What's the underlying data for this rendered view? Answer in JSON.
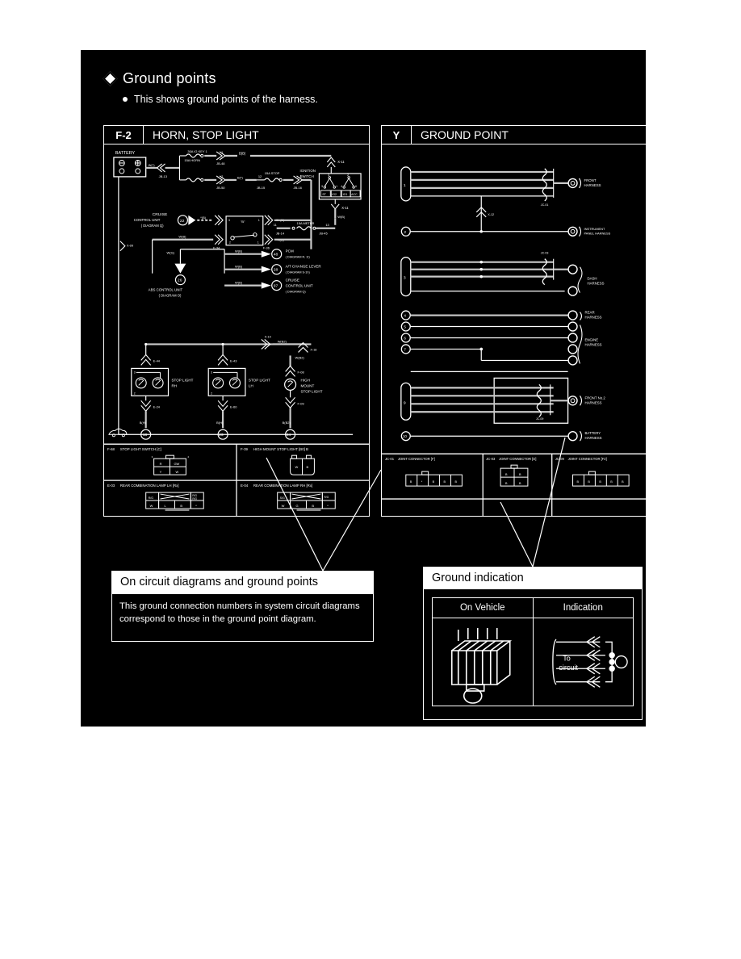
{
  "heading": {
    "title": "Ground points",
    "bullet": "This shows ground points of the harness."
  },
  "panel_left": {
    "code": "F-2",
    "name": "HORN, STOP LIGHT",
    "battery_label": "BATTERY",
    "fuses": [
      {
        "rating": "30A",
        "name": "IG KEY 1",
        "ref": "JB-48"
      },
      {
        "rating": "15A",
        "name": "HORN",
        "ref": "JB-50"
      },
      {
        "rating": "15A",
        "name": "STOP",
        "ref": "JB-15"
      }
    ],
    "joints": [
      "JB-13",
      "JB-48",
      "JB-50",
      "JB-15",
      "JB-16",
      "JB-14",
      "JB-45"
    ],
    "ignition_switch": {
      "label": "IGNITION SWITCH",
      "positions": [
        "ST",
        "IG2",
        "IG1",
        "ACC"
      ],
      "terminals": [
        "1",
        "2",
        "3",
        "5",
        "4",
        "6"
      ],
      "in_ref": "X-11",
      "out_ref": "X-11"
    },
    "meter_fuse": {
      "rating": "15A",
      "name": "METER",
      "from": "JB-14",
      "to": "JB-45"
    },
    "cruise": {
      "label1": "CRUISE",
      "label2": "CONTROL UNIT",
      "label3": "( DIAGRAM  Q)",
      "pin": "22"
    },
    "abs": {
      "label1": "ABS CONTROL UNIT",
      "label2": "( DIAGRAM  O)",
      "pin": "26"
    },
    "stop_light_switch": {
      "label1": "STOP LIGHT",
      "label2": "SWITCH",
      "t1": "1",
      "t2": "2",
      "left_ref": "F-34",
      "right_ref": "F-36"
    },
    "branch_destinations": [
      {
        "pin": "48",
        "l1": "PCM",
        "l2": "( DIAGRAM   R, 1t)"
      },
      {
        "pin": "28",
        "l1": "A/T CHANGE LEVER",
        "l2": "( DIAGRAM   S-1h)"
      },
      {
        "pin": "97",
        "l1": "CRUISE",
        "l2": "CONTROL UNIT",
        "l3": "( DIAGRAM   Q)"
      }
    ],
    "lamps": [
      {
        "l1": "STOP LIGHT",
        "l2": "RH",
        "top_ref": "E-44",
        "bot_ref": "E-24",
        "wire": "B(H)",
        "ground": "18"
      },
      {
        "l1": "STOP LIGHT",
        "l2": "LH",
        "top_ref": "E-43",
        "bot_ref": "E-60",
        "wire": "B(H)",
        "ground": "23"
      },
      {
        "l1": "HIGH",
        "l2": "MOUNT",
        "l3": "STOP LIGHT",
        "top_ref": "F-08",
        "bot_ref": "F-09",
        "wire": "B(B2)",
        "ground": "24"
      }
    ],
    "wire_labels": [
      "B(R)",
      "B(B)",
      "W(R)",
      "W(G)",
      "W(B)",
      "R(B)",
      "G+(B)",
      "B(H)",
      "B(B2)",
      "W(B2)",
      "X-09",
      "X-18",
      "X-14"
    ],
    "connectors": [
      {
        "ref": "F-68",
        "name": "STOP LIGHT SWITCH [C]",
        "rows": [
          [
            "R",
            "GW"
          ],
          [
            "Y",
            "W"
          ]
        ],
        "nums": [
          "3",
          "4",
          "1",
          "2"
        ]
      },
      {
        "ref": "F-39",
        "name": "HIGH MOUNT STOP LIGHT  [B0] B",
        "rows": [
          [
            "W",
            "B"
          ]
        ],
        "nums": [
          "1",
          "2"
        ]
      },
      {
        "ref": "E-03",
        "name": "REAR COMBINATION LAMP LH [Rx]",
        "rows": [
          [
            "R/G",
            "",
            "",
            "R/G"
          ],
          [
            "W",
            "L",
            "B",
            "*"
          ],
          [
            "",
            "",
            "",
            "R/G"
          ]
        ]
      },
      {
        "ref": "E-04",
        "name": "REAR COMBINATION LAMP RH [Rx]",
        "rows": [
          [
            "S/G",
            "",
            "",
            "R/G"
          ],
          [
            "W",
            "G",
            "B",
            "*"
          ]
        ]
      }
    ]
  },
  "panel_right": {
    "code": "Y",
    "name": "GROUND POINT",
    "ground_numbers": [
      "1",
      "2",
      "3",
      "4",
      "5",
      "6",
      "7",
      "9",
      "10"
    ],
    "harnesses": [
      "FRONT HARNESS",
      "INSTRUMENT PANEL HARNESS",
      "DASH HARNESS",
      "REAR HARNESS",
      "ENGINE HARNESS",
      "FRONT No.2 HARNESS",
      "BATTERY HARNESS"
    ],
    "joint_refs": [
      "JC-01",
      "JC-03",
      "JC-09"
    ],
    "x_ref": "X-12",
    "connector_tables": [
      {
        "ref": "JC-01",
        "name": "JOINT CONNECTOR [F]",
        "cells": [
          "B",
          "*",
          "B",
          "B",
          "B"
        ]
      },
      {
        "ref": "JC-03",
        "name": "JOINT CONNECTOR [D]",
        "cells": [
          "B",
          "B",
          "B",
          "B"
        ]
      },
      {
        "ref": "JC-09",
        "name": "JOINT CONNECTOR [F2]",
        "cells": [
          "B",
          "B",
          "B",
          "B",
          "B"
        ]
      }
    ]
  },
  "callout_left": {
    "title": "On circuit diagrams and ground points",
    "body": "This ground connection numbers in system circuit diagrams correspond to those in the ground point diagram."
  },
  "callout_right": {
    "title": "Ground indication",
    "col1": "On Vehicle",
    "col2": "Indication",
    "to_circuit_l1": "To",
    "to_circuit_l2": "circuit"
  }
}
